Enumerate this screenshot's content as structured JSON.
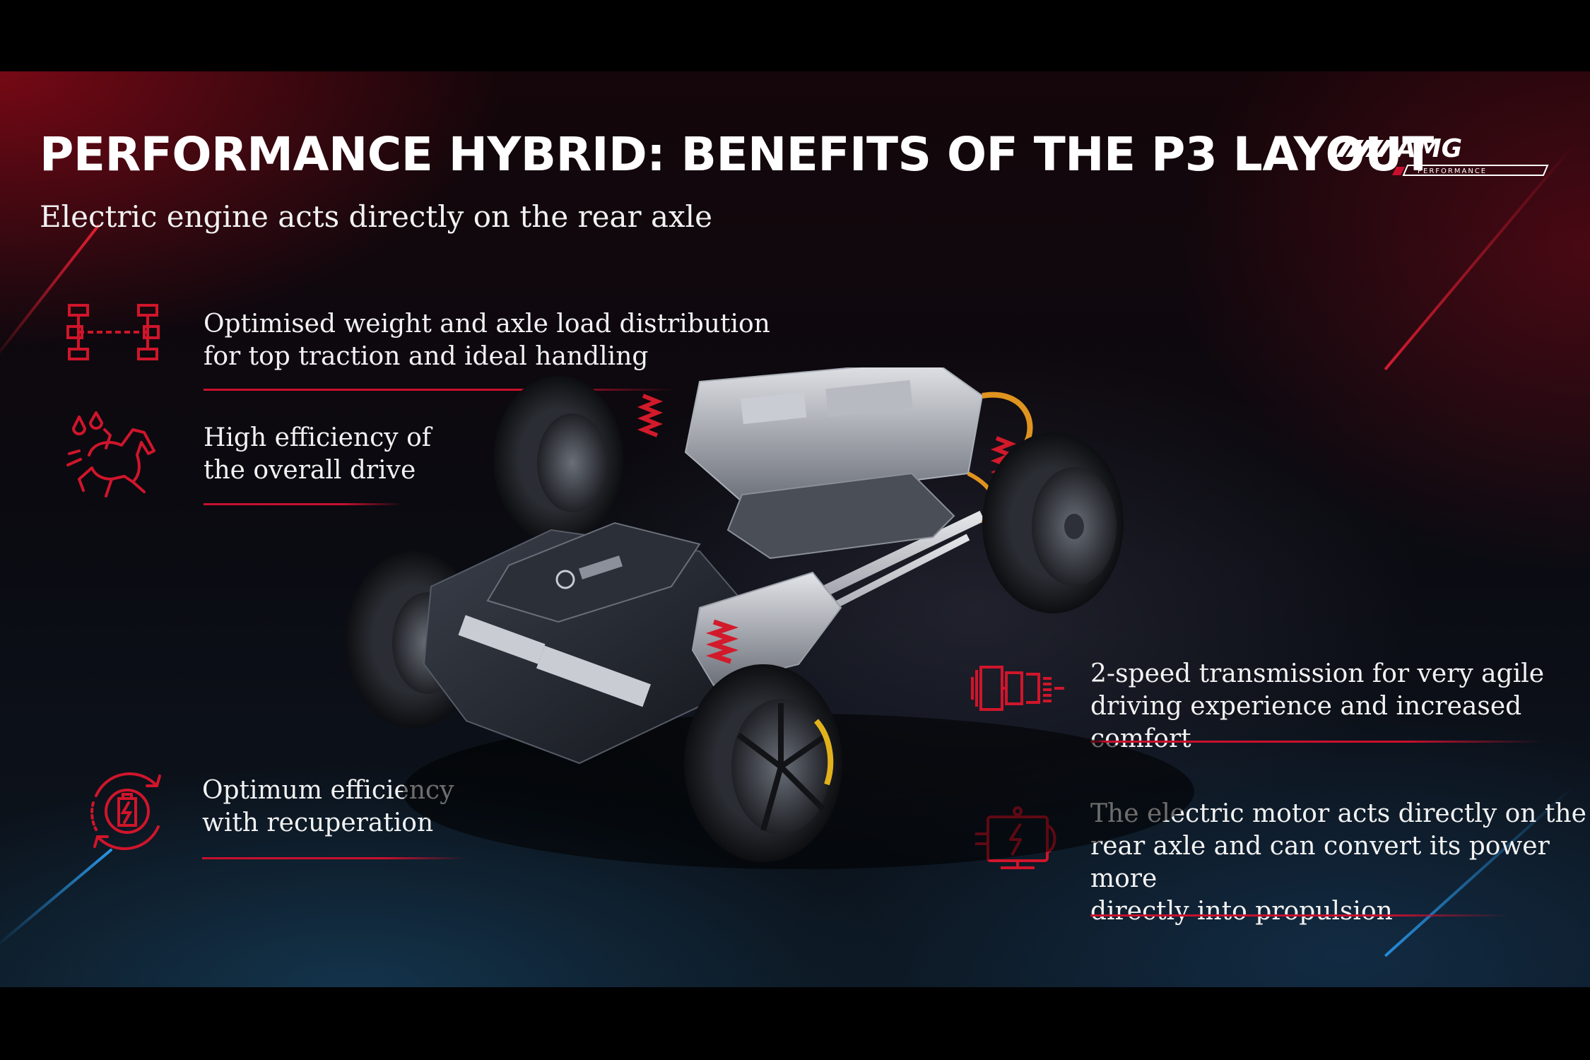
{
  "header": {
    "title": "PERFORMANCE HYBRID: BENEFITS OF THE P3 LAYOUT",
    "subtitle": "Electric engine acts directly on the rear axle"
  },
  "logo": {
    "brand": "AMG",
    "sub": "PERFORMANCE"
  },
  "features": [
    {
      "icon": "axle-load-icon",
      "lines": [
        "Optimised weight and axle load distribution",
        "for top traction and ideal handling"
      ]
    },
    {
      "icon": "horse-efficiency-icon",
      "lines": [
        "High efficiency of",
        "the overall drive"
      ]
    },
    {
      "icon": "battery-recuperation-icon",
      "lines": [
        "Optimum efficiency",
        "with recuperation"
      ]
    },
    {
      "icon": "transmission-icon",
      "lines": [
        "2-speed transmission for very agile",
        "driving experience and increased comfort"
      ]
    },
    {
      "icon": "electric-motor-icon",
      "lines": [
        "The electric motor acts directly on the",
        "rear axle and can convert its power more",
        "directly into propulsion"
      ]
    }
  ],
  "colors": {
    "accent": "#c8102e",
    "background": "#0b0a10",
    "text": "#f2f2f2"
  }
}
